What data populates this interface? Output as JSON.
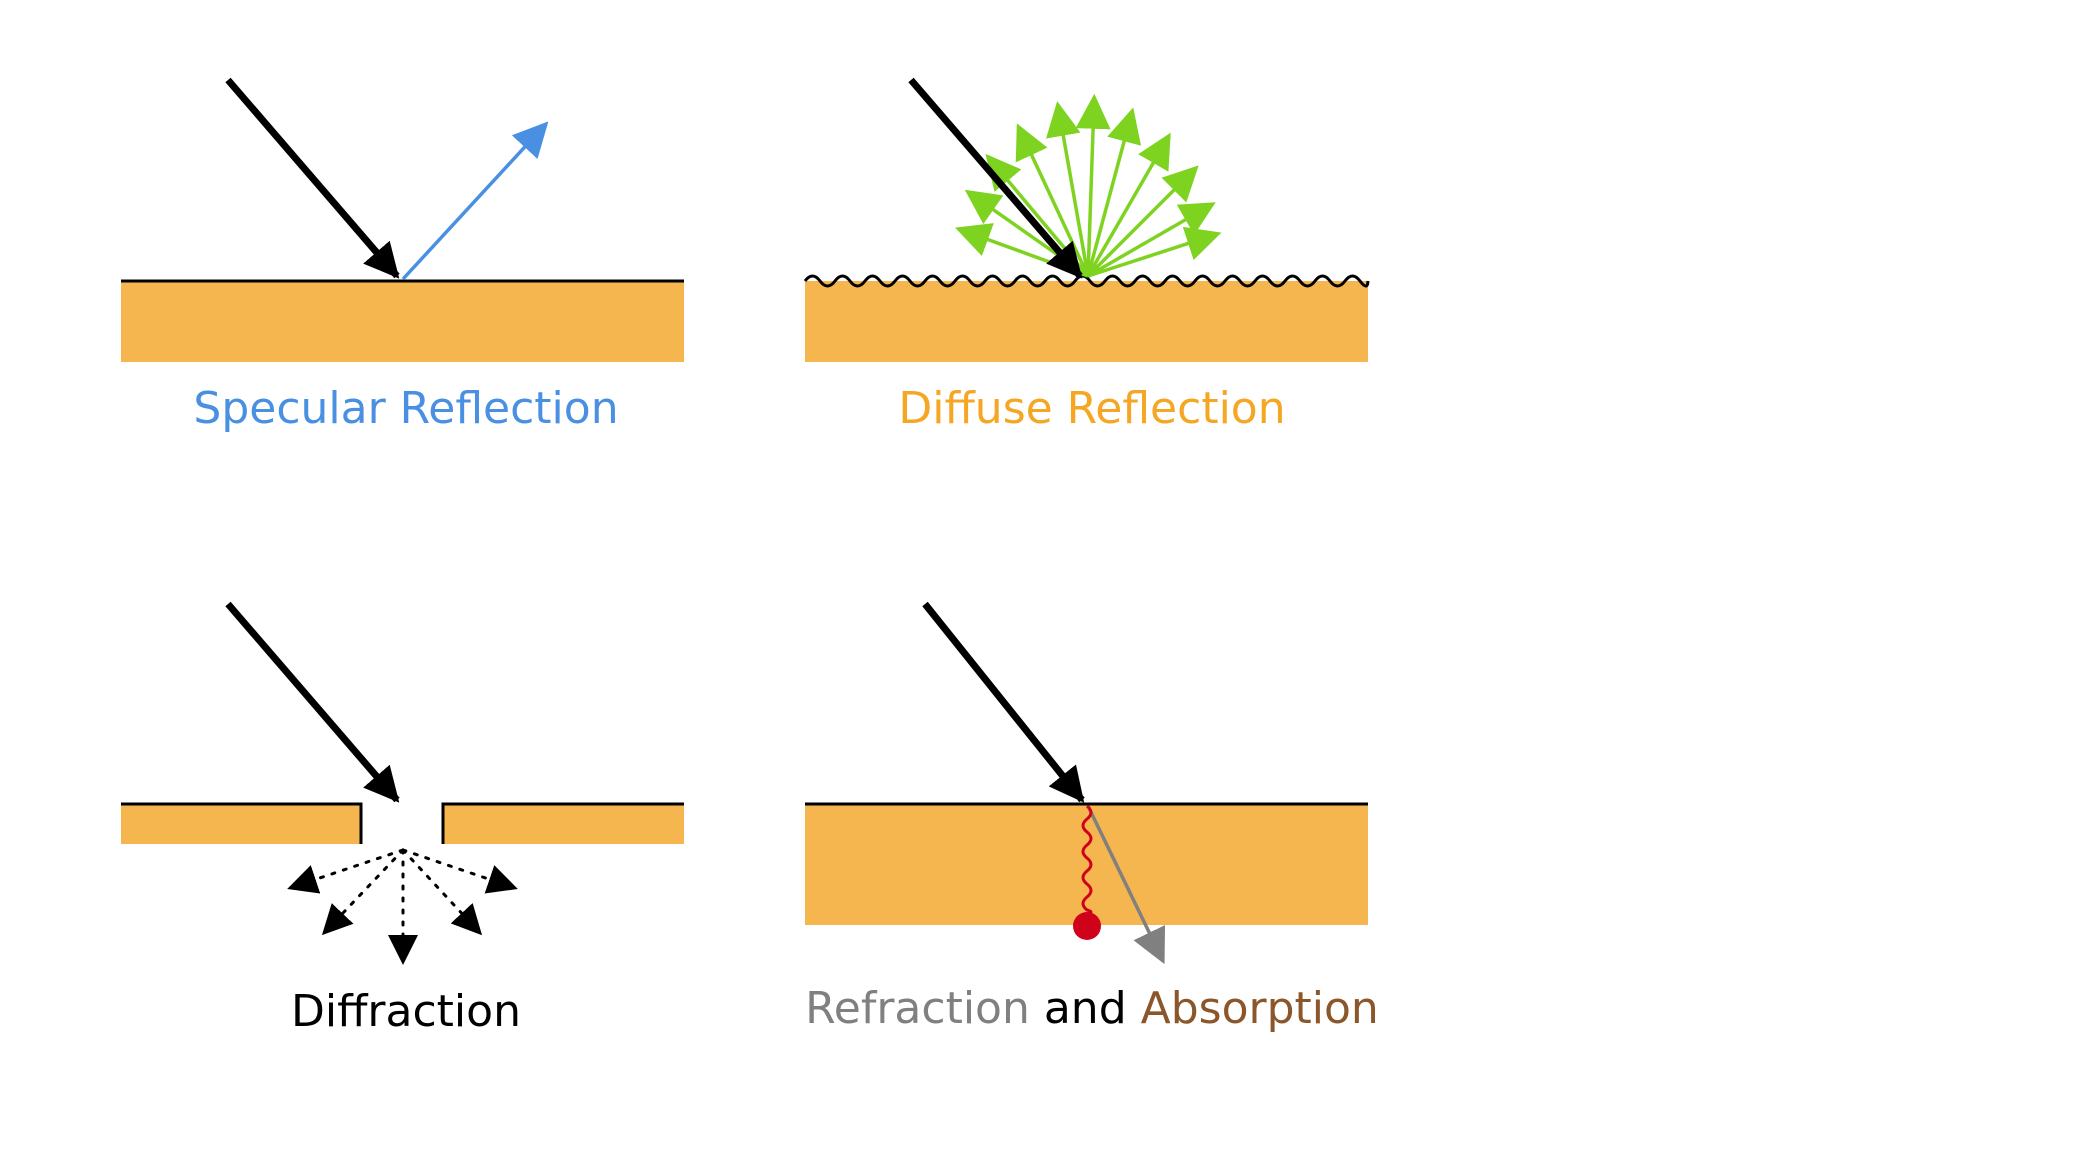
{
  "colors": {
    "surface_fill": "#F5B54F",
    "incident_ray": "#000000",
    "specular": "#4A90E2",
    "diffuse_rays": "#7ED321",
    "diffuse_caption": "#F5A623",
    "refraction": "#808080",
    "absorption_path": "#D0021B",
    "absorption_caption": "#8B572A",
    "diffraction": "#000000"
  },
  "panels": {
    "specular": {
      "caption": "Specular Reflection"
    },
    "diffuse": {
      "caption": "Diffuse Reflection"
    },
    "diffraction": {
      "caption": "Diffraction"
    },
    "refraction_absorption": {
      "caption_part1": "Refraction",
      "caption_part2": " and ",
      "caption_part3": "Absorption"
    }
  }
}
